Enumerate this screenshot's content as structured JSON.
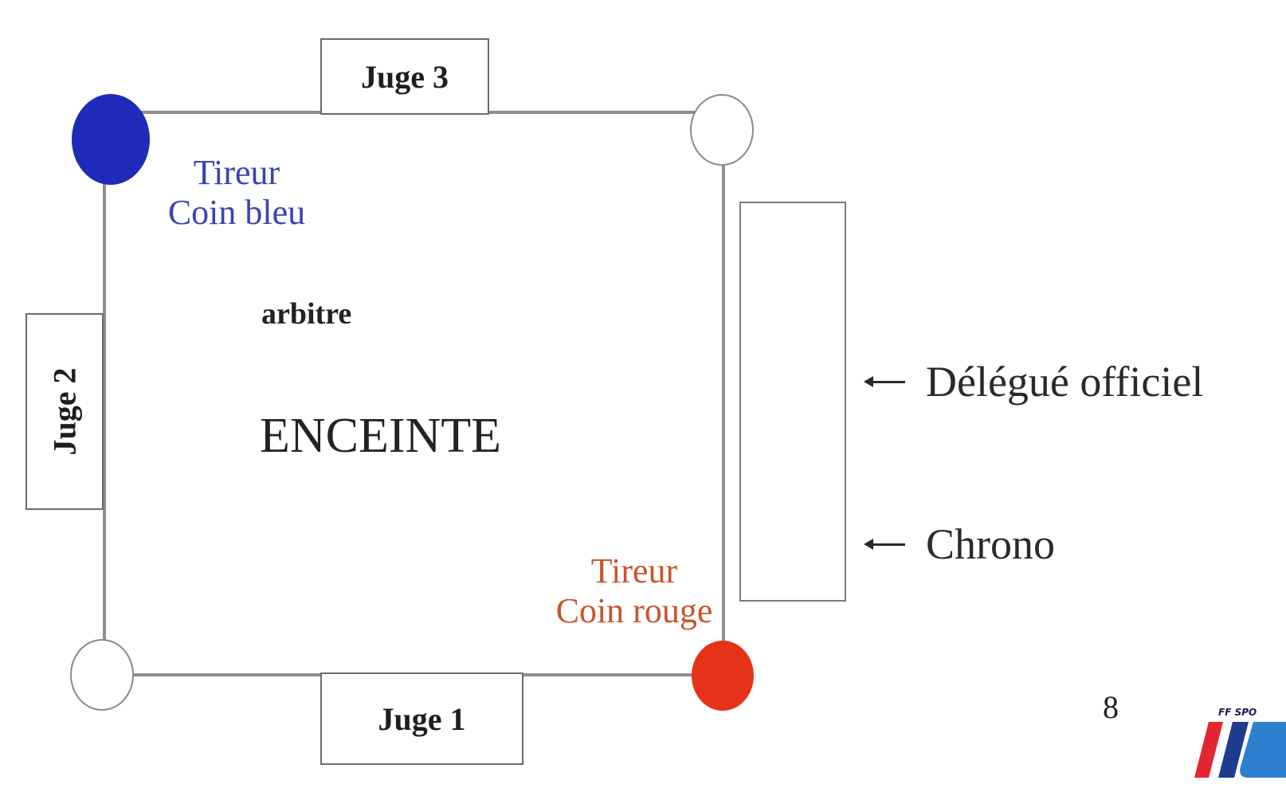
{
  "diagram": {
    "judges": {
      "judge1": "Juge 1",
      "judge2": "Juge 2",
      "judge3": "Juge 3"
    },
    "blue_corner": {
      "line1": "Tireur",
      "line2": "Coin bleu",
      "color": "#1f2bb8",
      "text_color": "#3a44b0"
    },
    "red_corner": {
      "line1": "Tireur",
      "line2": "Coin rouge",
      "color": "#e5331a",
      "text_color": "#c8552e"
    },
    "referee": "arbitre",
    "ring_label": "ENCEINTE",
    "officials": {
      "delegate": "Délégué officiel",
      "chrono": "Chrono"
    },
    "page_number": "8",
    "logo_text": "FF SPO"
  }
}
